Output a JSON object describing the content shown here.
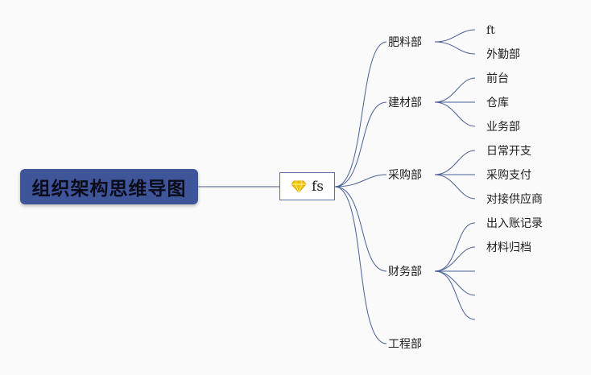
{
  "root": {
    "label": "组织架构思维导图"
  },
  "center": {
    "label": "fs",
    "icon": "diamond-icon",
    "icon_color": "#f2c400"
  },
  "colors": {
    "line": "#4a5f96",
    "root_bg": "#3f559a"
  },
  "departments": [
    {
      "label": "肥料部",
      "children": [
        "ft",
        "外勤部"
      ]
    },
    {
      "label": "建材部",
      "children": [
        "前台",
        "仓库",
        "业务部"
      ]
    },
    {
      "label": "采购部",
      "children": [
        "日常开支",
        "采购支付",
        "对接供应商"
      ]
    },
    {
      "label": "财务部",
      "children": [
        "出入账记录",
        "材料归档",
        "",
        ""
      ]
    },
    {
      "label": "工程部",
      "children": []
    }
  ]
}
